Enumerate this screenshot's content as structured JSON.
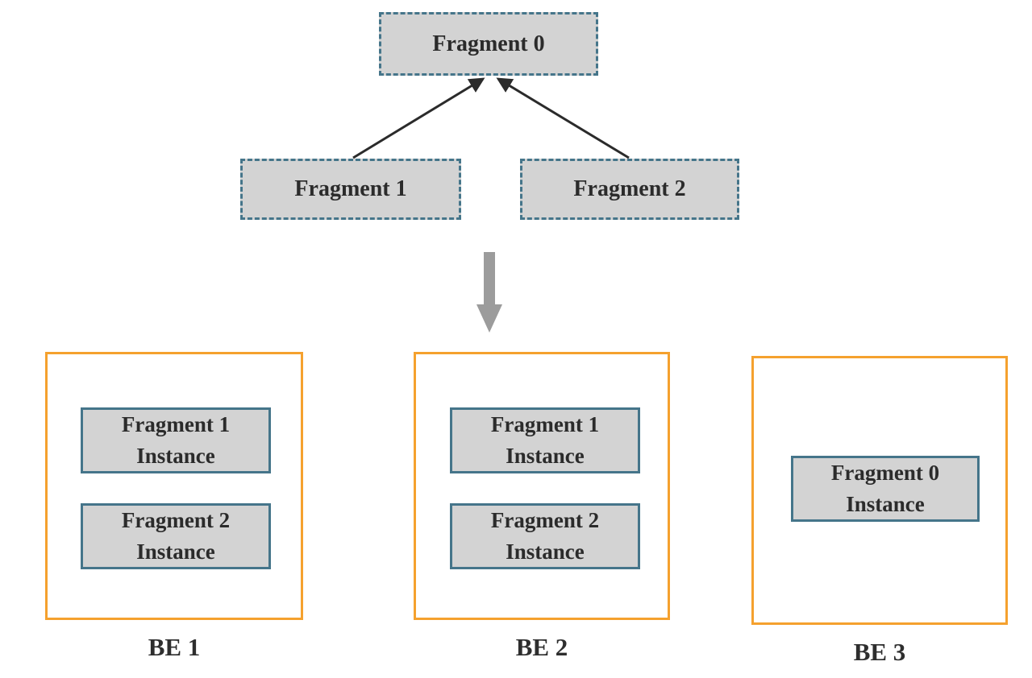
{
  "diagram": {
    "title_hint": "query fragment scheduling diagram",
    "colors": {
      "fragment_fill": "#d3d3d3",
      "teal_border": "#45758a",
      "orange_border": "#f5a12e",
      "black_arrow": "#2b2b2b",
      "gray_arrow": "#9c9c9c",
      "text": "#2b2b2b"
    },
    "fragments": {
      "fragment0": "Fragment 0",
      "fragment1": "Fragment 1",
      "fragment2": "Fragment 2"
    },
    "backends": [
      {
        "label": "BE 1",
        "instances": [
          {
            "line1": "Fragment 1",
            "line2": "Instance"
          },
          {
            "line1": "Fragment 2",
            "line2": "Instance"
          }
        ]
      },
      {
        "label": "BE 2",
        "instances": [
          {
            "line1": "Fragment 1",
            "line2": "Instance"
          },
          {
            "line1": "Fragment 2",
            "line2": "Instance"
          }
        ]
      },
      {
        "label": "BE 3",
        "instances": [
          {
            "line1": "Fragment 0",
            "line2": "Instance"
          }
        ]
      }
    ]
  }
}
